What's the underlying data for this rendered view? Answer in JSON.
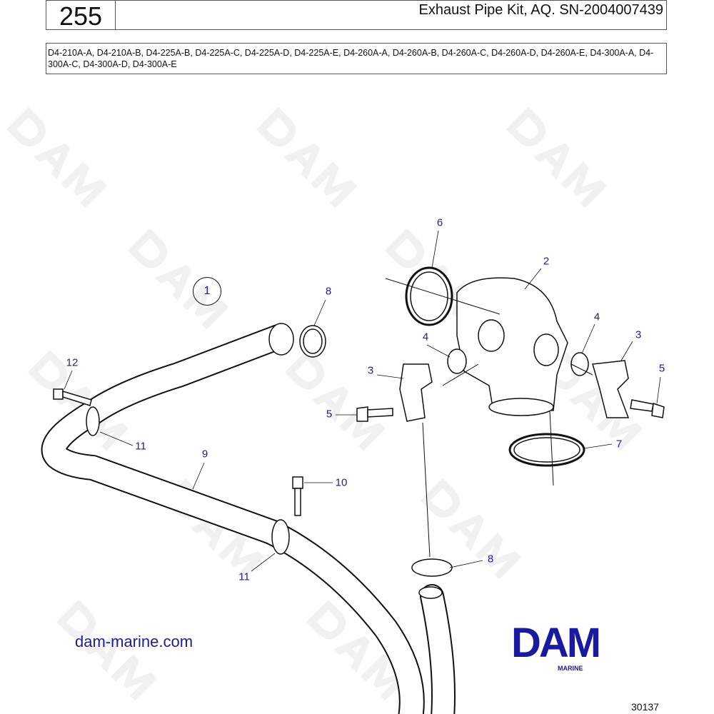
{
  "header": {
    "page_number": "255",
    "title": "Exhaust Pipe Kit, AQ. SN-2004007439"
  },
  "models": "D4-210A-A, D4-210A-B, D4-225A-B, D4-225A-C, D4-225A-D, D4-225A-E, D4-260A-A, D4-260A-B, D4-260A-C, D4-260A-D, D4-260A-E, D4-300A-A, D4-300A-C, D4-300A-D, D4-300A-E",
  "callouts": {
    "c1": "1",
    "c2": "2",
    "c3a": "3",
    "c3b": "3",
    "c4a": "4",
    "c4b": "4",
    "c5a": "5",
    "c5b": "5",
    "c6": "6",
    "c7": "7",
    "c8a": "8",
    "c8b": "8",
    "c9": "9",
    "c10": "10",
    "c11a": "11",
    "c11b": "11",
    "c12": "12"
  },
  "website": "dam-marine.com",
  "logo": {
    "name": "DAM",
    "sub": "MARINE"
  },
  "watermark": "DAM",
  "figure_number": "30137",
  "colors": {
    "label": "#1d1d9a",
    "logo": "#1a1aa0"
  }
}
